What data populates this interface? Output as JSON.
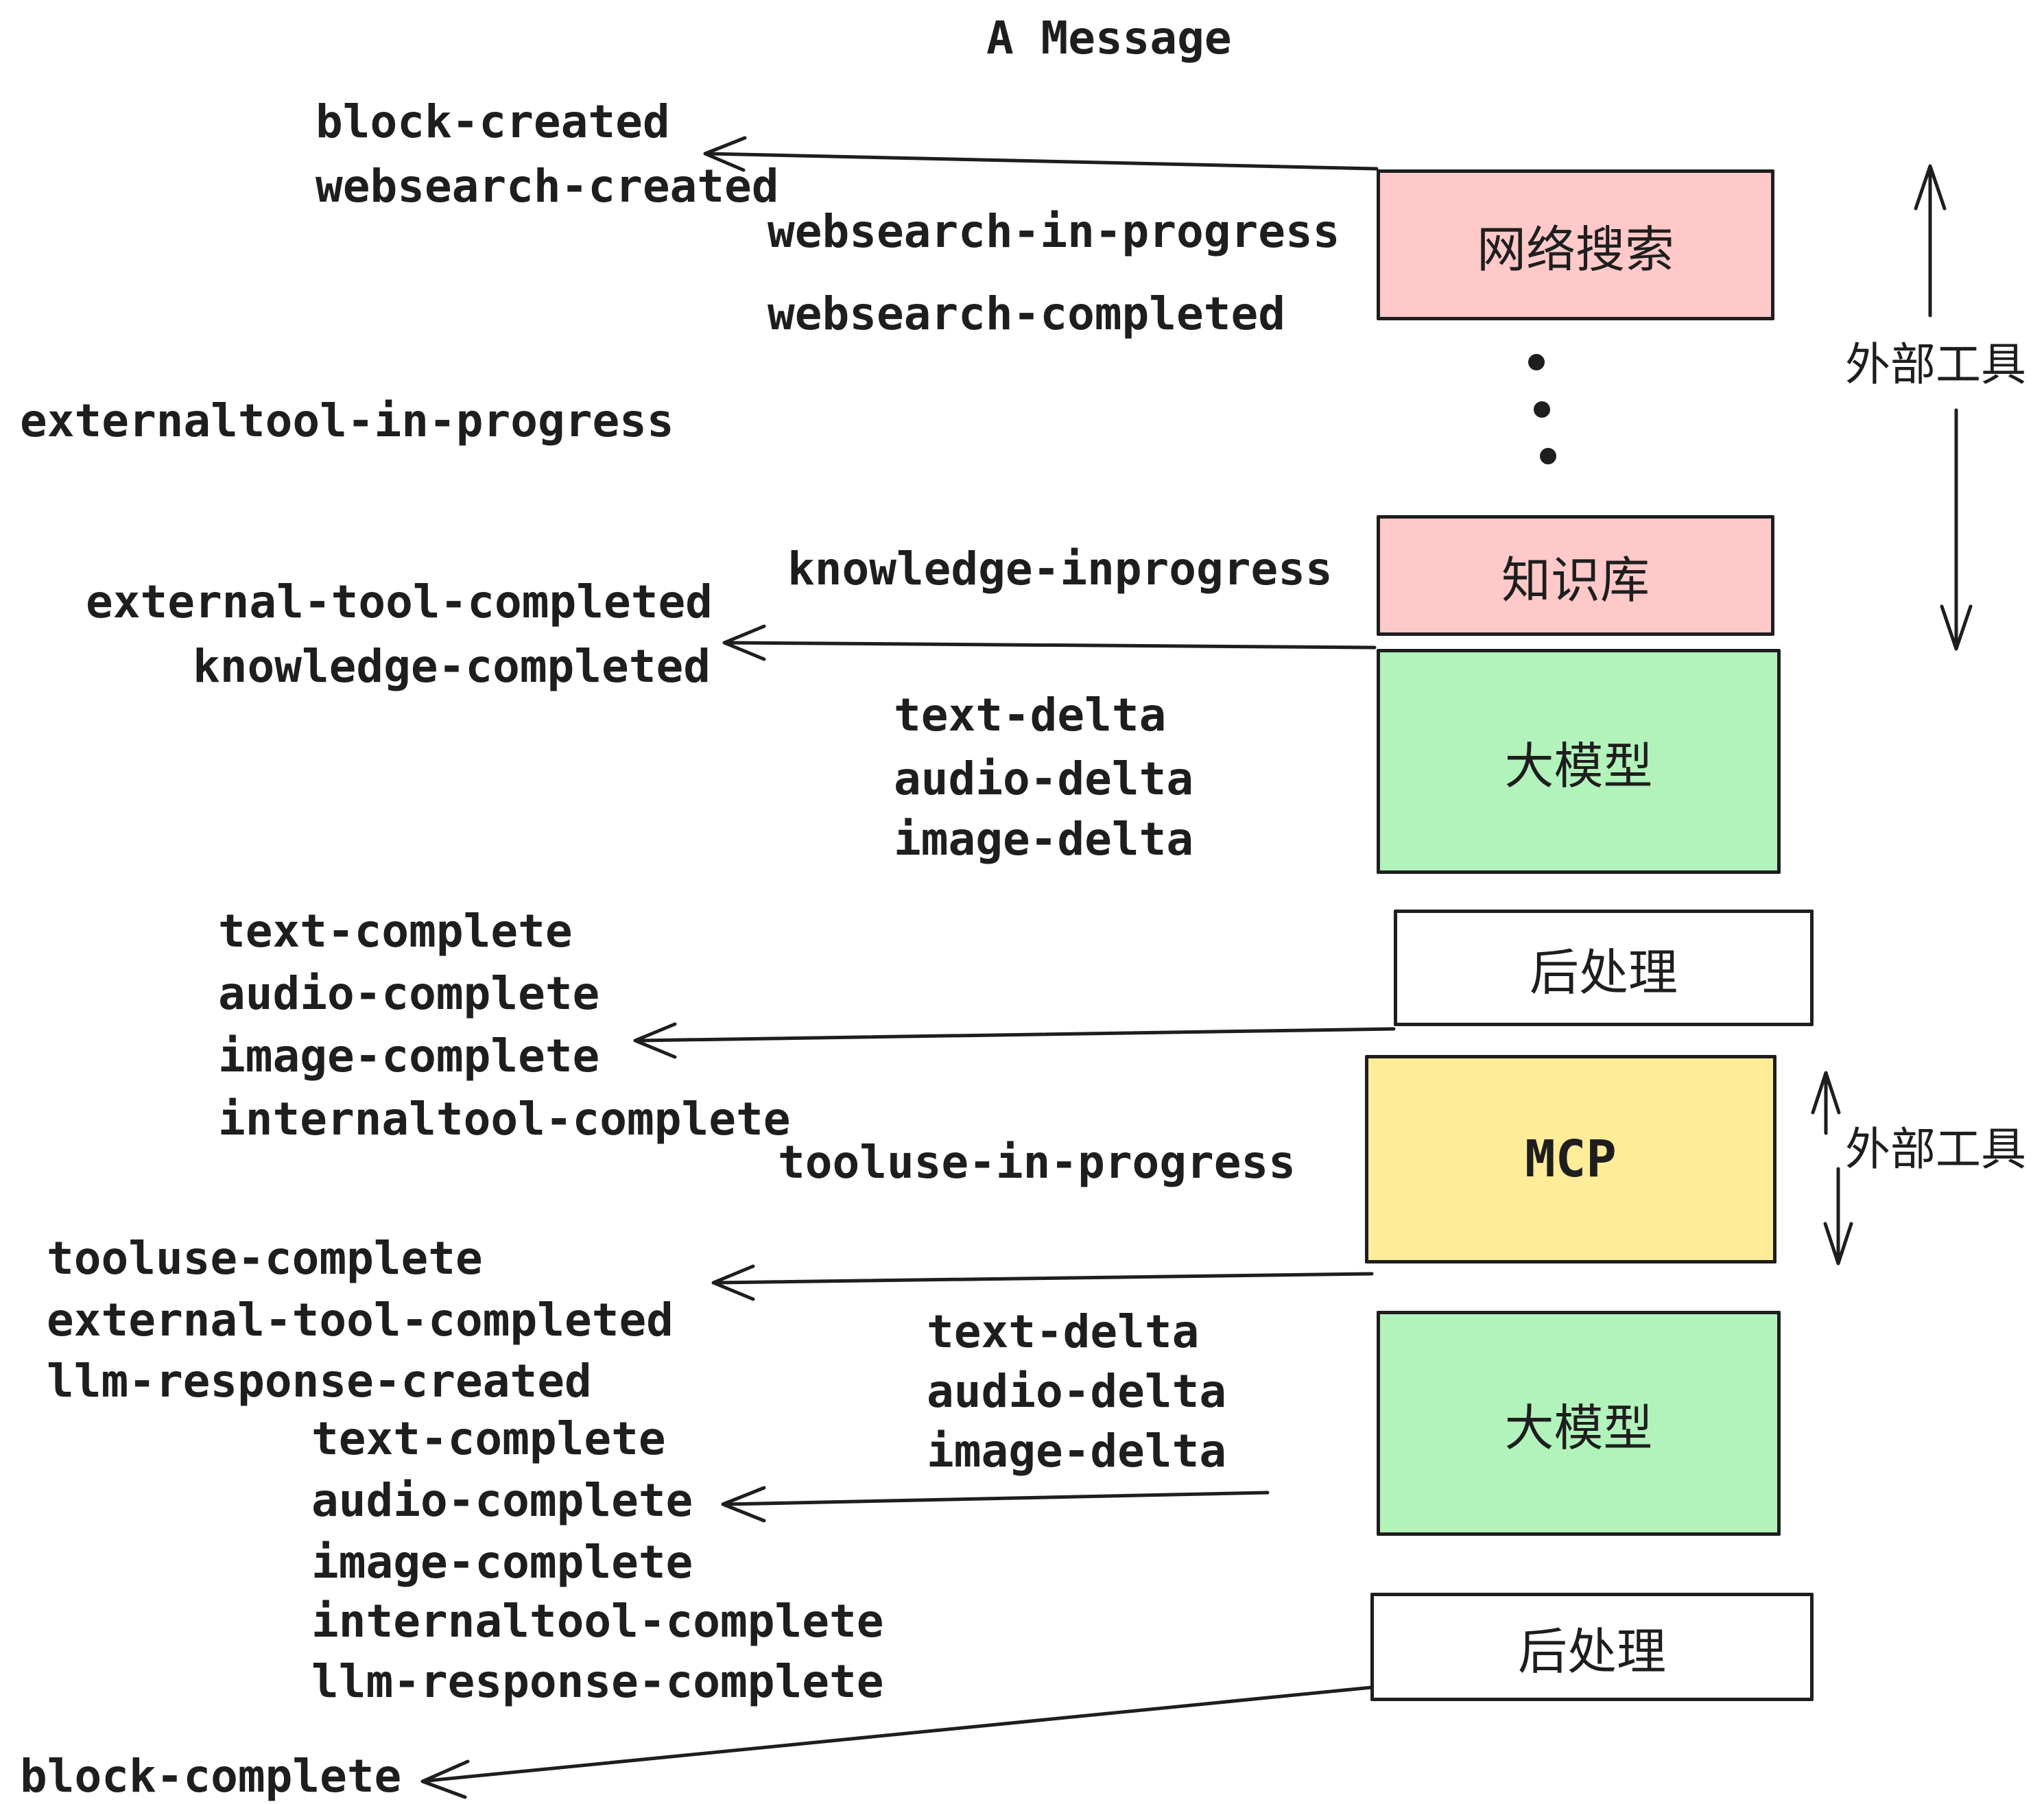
{
  "title": "A Message",
  "events": {
    "block_created": "block-created",
    "websearch_created": "websearch-created",
    "websearch_in_progress": "websearch-in-progress",
    "websearch_completed": "websearch-completed",
    "externaltool_in_progress": "externaltool-in-progress",
    "knowledge_inprogress": "knowledge-inprogress",
    "external_tool_completed": "external-tool-completed",
    "knowledge_completed": "knowledge-completed",
    "text_delta": "text-delta",
    "audio_delta": "audio-delta",
    "image_delta": "image-delta",
    "text_complete": "text-complete",
    "audio_complete": "audio-complete",
    "image_complete": "image-complete",
    "internaltool_complete": "internaltool-complete",
    "tooluse_in_progress": "tooluse-in-progress",
    "tooluse_complete": "tooluse-complete",
    "llm_response_created": "llm-response-created",
    "llm_response_complete": "llm-response-complete",
    "block_complete": "block-complete"
  },
  "boxes": {
    "websearch": "网络搜索",
    "knowledge": "知识库",
    "llm": "大模型",
    "post_process": "后处理",
    "mcp": "MCP"
  },
  "annotations": {
    "external_tools": "外部工具"
  },
  "colors": {
    "pink": "#ffc9c9",
    "green": "#b2f2bb",
    "yellow": "#ffec99",
    "white": "#ffffff",
    "stroke": "#1e1e1e",
    "background": "#ffffff"
  }
}
